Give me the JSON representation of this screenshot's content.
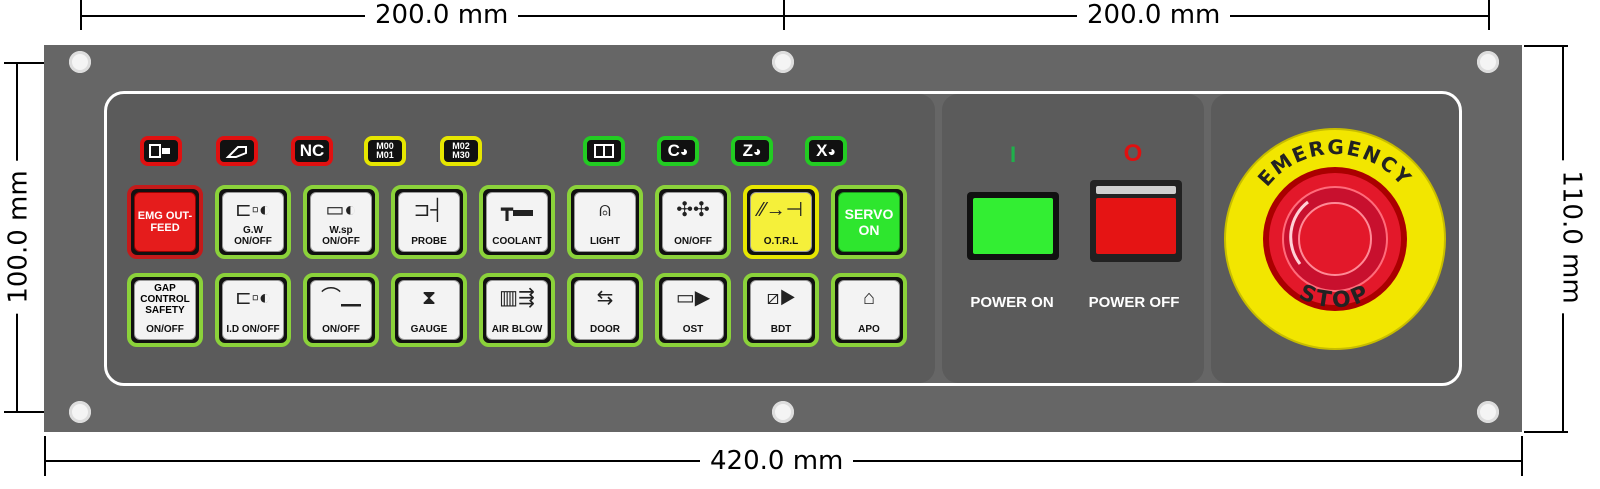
{
  "dimensions": {
    "top_left": "200.0 mm",
    "top_right": "200.0 mm",
    "left": "100.0 mm",
    "right": "110.0 mm",
    "bottom": "420.0 mm"
  },
  "indicators": [
    {
      "name": "indicator-1",
      "text": "",
      "color": "red"
    },
    {
      "name": "indicator-2",
      "text": "",
      "color": "red"
    },
    {
      "name": "indicator-nc",
      "text": "NC",
      "color": "red"
    },
    {
      "name": "indicator-m00-m01",
      "text": "M00 M01",
      "color": "yellow"
    },
    {
      "name": "indicator-m02-m30",
      "text": "M02 M30",
      "color": "yellow"
    },
    {
      "name": "indicator-6",
      "text": "",
      "color": "green"
    },
    {
      "name": "indicator-c",
      "text": "C",
      "color": "green"
    },
    {
      "name": "indicator-z",
      "text": "Z",
      "color": "green"
    },
    {
      "name": "indicator-x",
      "text": "X",
      "color": "green"
    }
  ],
  "row1": [
    {
      "label": "EMG OUT-FEED",
      "style": "red"
    },
    {
      "label": "G.W ON/OFF",
      "style": "normal"
    },
    {
      "label": "W.sp ON/OFF",
      "style": "normal"
    },
    {
      "label": "PROBE",
      "style": "normal"
    },
    {
      "label": "COOLANT",
      "style": "normal"
    },
    {
      "label": "LIGHT",
      "style": "normal"
    },
    {
      "label": "ON/OFF",
      "style": "normal"
    },
    {
      "label": "O.T.R.L",
      "style": "yellow"
    },
    {
      "label": "SERVO ON",
      "style": "green"
    }
  ],
  "row2": [
    {
      "label": "GAP CONTROL SAFETY",
      "sub": "ON/OFF",
      "style": "normal"
    },
    {
      "label": "I.D ON/OFF",
      "style": "normal"
    },
    {
      "label": "ON/OFF",
      "style": "normal"
    },
    {
      "label": "GAUGE",
      "style": "normal"
    },
    {
      "label": "AIR BLOW",
      "style": "normal"
    },
    {
      "label": "DOOR",
      "style": "normal"
    },
    {
      "label": "OST",
      "style": "normal"
    },
    {
      "label": "BDT",
      "style": "normal"
    },
    {
      "label": "APO",
      "style": "normal"
    }
  ],
  "power": {
    "on_symbol": "I",
    "off_symbol": "O",
    "on_label": "POWER ON",
    "off_label": "POWER OFF"
  },
  "estop": {
    "top_text": "EMERGENCY",
    "bottom_text": "STOP"
  },
  "colors": {
    "plate": "#666666",
    "pane": "#5b5b5b",
    "green_led": "#22dd22",
    "red_led": "#e01010",
    "yellow_ring": "#f2e600"
  }
}
